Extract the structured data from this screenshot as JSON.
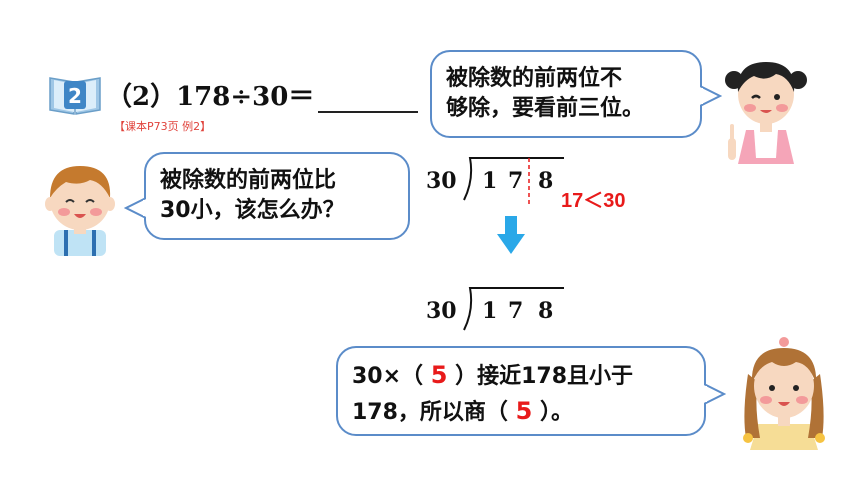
{
  "problem": {
    "number": "2",
    "expression": "（2）178÷30＝",
    "reference": "【课本P73页 例2】"
  },
  "bubbles": {
    "top_right": {
      "line1": "被除数的前两位不",
      "line2": "够除，要看前三位。"
    },
    "left": {
      "line1": "被除数的前两位比",
      "line2": "30小，该怎么办？"
    },
    "bottom_right": {
      "line1_prefix": "30×（",
      "line1_answer": "5",
      "line1_suffix": "）接近178且小于",
      "line2_prefix": "178，所以商（",
      "line2_answer": "5",
      "line2_suffix": "）。"
    }
  },
  "division_top": {
    "divisor": "30",
    "digits": [
      "1",
      "7",
      "8"
    ]
  },
  "division_bottom": {
    "divisor": "30",
    "digits": [
      "1",
      "7",
      "8"
    ]
  },
  "comparison": "17＜30",
  "colors": {
    "bubble_border": "#5b8cc9",
    "red": "#e81a1a",
    "arrow": "#2aa8e8",
    "reference": "#e0433c"
  }
}
